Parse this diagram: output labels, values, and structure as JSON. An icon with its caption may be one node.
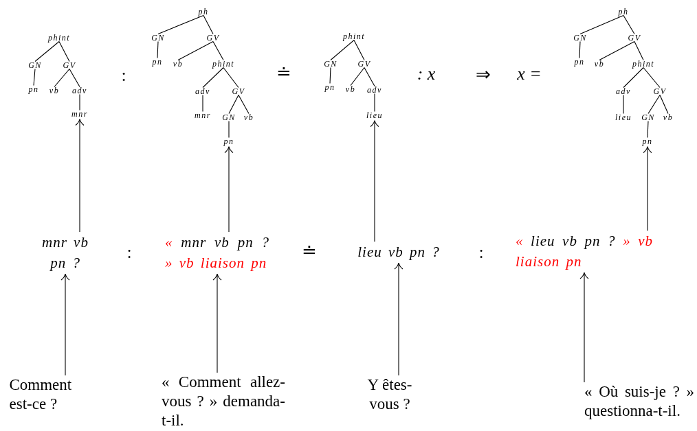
{
  "diagram": {
    "nodes": [
      {
        "text": [
          "phint"
        ]
      },
      {
        "text": [
          "GN"
        ]
      },
      {
        "text": [
          "GV"
        ]
      },
      {
        "text": [
          "pn"
        ]
      },
      {
        "text": [
          "vb"
        ]
      },
      {
        "text": [
          "adv"
        ]
      },
      {
        "text": [
          "mnr"
        ]
      },
      {
        "text": [
          "ph"
        ]
      },
      {
        "text": [
          "GN"
        ]
      },
      {
        "text": [
          "GV"
        ]
      },
      {
        "text": [
          "pn"
        ]
      },
      {
        "text": [
          "vb"
        ]
      },
      {
        "text": [
          "phint"
        ]
      },
      {
        "text": [
          "adv"
        ]
      },
      {
        "text": [
          "GV"
        ]
      },
      {
        "text": [
          "mnr"
        ]
      },
      {
        "text": [
          "GN"
        ]
      },
      {
        "text": [
          "vb"
        ]
      },
      {
        "text": [
          "pn"
        ]
      },
      {
        "text": [
          "phint"
        ]
      },
      {
        "text": [
          "GN"
        ]
      },
      {
        "text": [
          "GV"
        ]
      },
      {
        "text": [
          "pn"
        ]
      },
      {
        "text": [
          "vb"
        ]
      },
      {
        "text": [
          "adv"
        ]
      },
      {
        "text": [
          "lieu"
        ]
      },
      {
        "text": [
          "ph"
        ]
      },
      {
        "text": [
          "GN"
        ]
      },
      {
        "text": [
          "GV"
        ]
      },
      {
        "text": [
          "pn"
        ]
      },
      {
        "text": [
          "vb"
        ]
      },
      {
        "text": [
          "phint"
        ]
      },
      {
        "text": [
          "adv"
        ]
      },
      {
        "text": [
          "GV"
        ]
      },
      {
        "text": [
          "lieu"
        ]
      },
      {
        "text": [
          "GN"
        ]
      },
      {
        "text": [
          "vb"
        ]
      },
      {
        "text": [
          "pn"
        ]
      },
      {
        "text": [
          "mnr vb pn ?"
        ]
      },
      {
        "text": [
          "« mnr vb pn ? »",
          "vb liaison pn"
        ]
      },
      {
        "text": [
          "lieu vb pn ?"
        ]
      },
      {
        "text": [
          "« lieu vb pn ? »",
          "vb liaison pn"
        ]
      },
      {
        "text": [
          "Comment est-ce ?"
        ]
      },
      {
        "text": [
          "« Comment allez-vous ? » demanda-t-il."
        ]
      },
      {
        "text": [
          "Y êtes-vous ?"
        ]
      },
      {
        "text": [
          "« Où suis-je ? » questionna-t-il."
        ]
      }
    ],
    "edges": [
      {
        "from": 0,
        "to": 1,
        "arrow": "none"
      },
      {
        "from": 0,
        "to": 2,
        "arrow": "none"
      },
      {
        "from": 1,
        "to": 3,
        "arrow": "none"
      },
      {
        "from": 2,
        "to": 4,
        "arrow": "none"
      },
      {
        "from": 2,
        "to": 5,
        "arrow": "none"
      },
      {
        "from": 5,
        "to": 6,
        "arrow": "none"
      },
      {
        "from": 7,
        "to": 8,
        "arrow": "none"
      },
      {
        "from": 7,
        "to": 9,
        "arrow": "none"
      },
      {
        "from": 8,
        "to": 10,
        "arrow": "none"
      },
      {
        "from": 9,
        "to": 11,
        "arrow": "none"
      },
      {
        "from": 9,
        "to": 12,
        "arrow": "none"
      },
      {
        "from": 12,
        "to": 13,
        "arrow": "none"
      },
      {
        "from": 12,
        "to": 14,
        "arrow": "none"
      },
      {
        "from": 13,
        "to": 15,
        "arrow": "none"
      },
      {
        "from": 14,
        "to": 16,
        "arrow": "none"
      },
      {
        "from": 14,
        "to": 17,
        "arrow": "none"
      },
      {
        "from": 16,
        "to": 18,
        "arrow": "none"
      },
      {
        "from": 19,
        "to": 20,
        "arrow": "none"
      },
      {
        "from": 19,
        "to": 21,
        "arrow": "none"
      },
      {
        "from": 20,
        "to": 22,
        "arrow": "none"
      },
      {
        "from": 21,
        "to": 23,
        "arrow": "none"
      },
      {
        "from": 21,
        "to": 24,
        "arrow": "none"
      },
      {
        "from": 24,
        "to": 25,
        "arrow": "none"
      },
      {
        "from": 26,
        "to": 27,
        "arrow": "none"
      },
      {
        "from": 26,
        "to": 28,
        "arrow": "none"
      },
      {
        "from": 27,
        "to": 29,
        "arrow": "none"
      },
      {
        "from": 28,
        "to": 30,
        "arrow": "none"
      },
      {
        "from": 28,
        "to": 31,
        "arrow": "none"
      },
      {
        "from": 31,
        "to": 32,
        "arrow": "none"
      },
      {
        "from": 31,
        "to": 33,
        "arrow": "none"
      },
      {
        "from": 32,
        "to": 34,
        "arrow": "none"
      },
      {
        "from": 33,
        "to": 35,
        "arrow": "none"
      },
      {
        "from": 33,
        "to": 36,
        "arrow": "none"
      },
      {
        "from": 35,
        "to": 37,
        "arrow": "none"
      },
      {
        "from": 42,
        "to": 38,
        "arrow": "to"
      },
      {
        "from": 38,
        "to": 6,
        "arrow": "to"
      },
      {
        "from": 43,
        "to": 39,
        "arrow": "to"
      },
      {
        "from": 39,
        "to": 18,
        "arrow": "to"
      },
      {
        "from": 44,
        "to": 40,
        "arrow": "to"
      },
      {
        "from": 40,
        "to": 25,
        "arrow": "to"
      },
      {
        "from": 45,
        "to": 41,
        "arrow": "to"
      },
      {
        "from": 41,
        "to": 37,
        "arrow": "to"
      }
    ],
    "labels": [
      ":",
      "≐",
      ": x",
      "⇒",
      "x =",
      ":",
      "≐",
      ":"
    ]
  }
}
